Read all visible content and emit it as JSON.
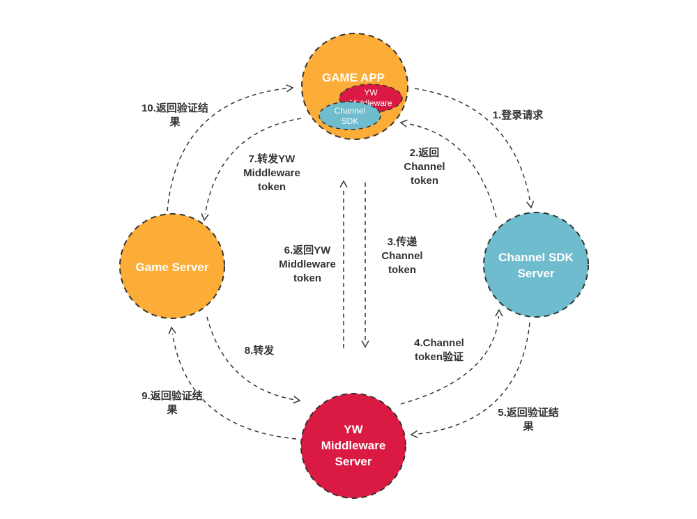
{
  "colors": {
    "game": "#FBAD37",
    "channel": "#6EBCCD",
    "yw": "#DA1A42",
    "stroke": "#333333",
    "text": "#333333"
  },
  "nodes": {
    "game_app": {
      "label": "GAME APP",
      "sub_yw": [
        "YW",
        "Middleware"
      ],
      "sub_channel": [
        "Channel",
        "SDK"
      ]
    },
    "channel_server": {
      "label": [
        "Channel SDK",
        "Server"
      ]
    },
    "yw_server": {
      "label": [
        "YW",
        "Middleware",
        "Server"
      ]
    },
    "game_server": {
      "label": "Game Server"
    }
  },
  "edges": [
    {
      "id": "e1",
      "lines": [
        "1.登录请求"
      ]
    },
    {
      "id": "e2",
      "lines": [
        "2.返回",
        "Channel",
        "token"
      ]
    },
    {
      "id": "e3",
      "lines": [
        "3.传递",
        "Channel",
        "token"
      ]
    },
    {
      "id": "e4",
      "lines": [
        "4.Channel",
        "token验证"
      ]
    },
    {
      "id": "e5",
      "lines": [
        "5.返回验证结",
        "果"
      ]
    },
    {
      "id": "e6",
      "lines": [
        "6.返回YW",
        "Middleware",
        "token"
      ]
    },
    {
      "id": "e7",
      "lines": [
        "7.转发YW",
        "Middleware",
        "token"
      ]
    },
    {
      "id": "e8",
      "lines": [
        "8.转发"
      ]
    },
    {
      "id": "e9",
      "lines": [
        "9.返回验证结",
        "果"
      ]
    },
    {
      "id": "e10",
      "lines": [
        "10.返回验证结",
        "果"
      ]
    }
  ]
}
